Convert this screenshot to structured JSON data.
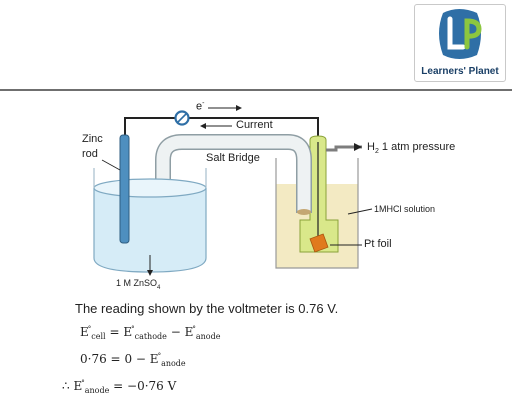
{
  "logo": {
    "mark": "LP",
    "name": "Learners' Planet"
  },
  "diagram": {
    "electron_label": "e",
    "electron_charge": "-",
    "current_label": "Current",
    "zinc_rod_label": [
      "Zinc",
      "rod"
    ],
    "salt_bridge_label": "Salt Bridge",
    "h2_label": "H",
    "h2_subscript": "2",
    "h2_rest": " 1 atm pressure",
    "hcl_label": "1MHCl solution",
    "pt_foil_label": "Pt foil",
    "znso4_label": "1 M ZnSO",
    "znso4_subscript": "4"
  },
  "text": {
    "sentence": "The reading shown by the voltmeter is 0.76 V."
  },
  "equations": {
    "eq1": {
      "lhs": "E",
      "lhs_sub": "cell",
      "deg": "°",
      "equals": "=",
      "t1": "E",
      "t1_sub": "cathode",
      "minus": "−",
      "t2": "E",
      "t2_sub": "anode"
    },
    "eq2": {
      "lhs": "0·76",
      "equals": "=",
      "zero": "0",
      "minus": "−",
      "t": "E",
      "t_sub": "anode",
      "deg": "°"
    },
    "eq3": {
      "therefore": "∴",
      "lhs": "E",
      "lhs_sub": "anode",
      "deg": "°",
      "equals": "=",
      "rhs": "−0·76 V"
    }
  },
  "colors": {
    "beaker_liquid": "#d6ecf7",
    "zinc_rod": "#4e8fbf",
    "acid_liquid": "#f3eac3",
    "h2_tube": "#d9e88a",
    "pt_foil": "#e07a1e",
    "salt_bridge": "#eef2f3",
    "logo_blue": "#2f6fa6"
  }
}
